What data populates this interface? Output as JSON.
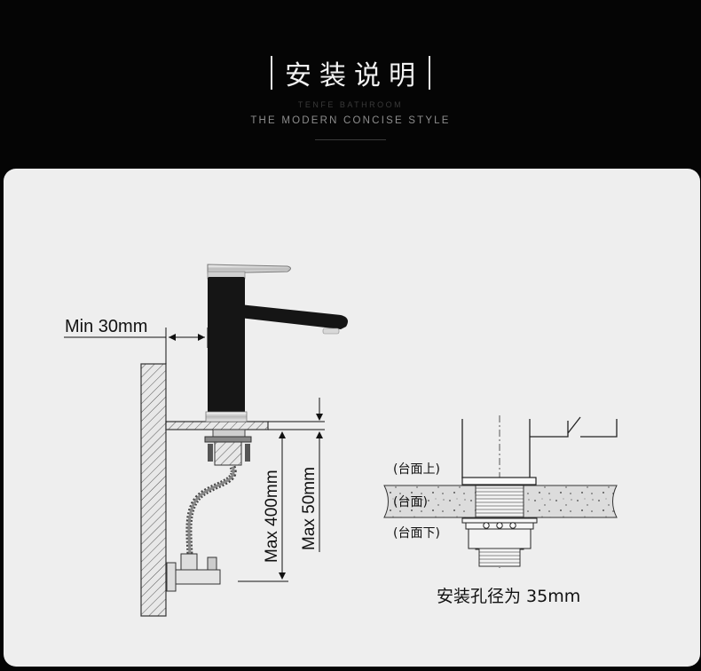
{
  "header": {
    "title": "安装说明",
    "brand": "TENFE BATHROOM",
    "slogan": "THE MODERN CONCISE STYLE"
  },
  "diagram": {
    "min_gap_label": "Min 30mm",
    "max_hose_label": "Max 400mm",
    "max_thickness_label": "Max 50mm",
    "above_counter_label": "(台面上)",
    "counter_label": "(台面)",
    "below_counter_label": "(台面下)",
    "hole_diameter_label": "安装孔径为 35mm"
  },
  "colors": {
    "background": "#050505",
    "panel": "#eeeeee",
    "faucet_body": "#151515",
    "chrome": "#c8c8c8"
  }
}
